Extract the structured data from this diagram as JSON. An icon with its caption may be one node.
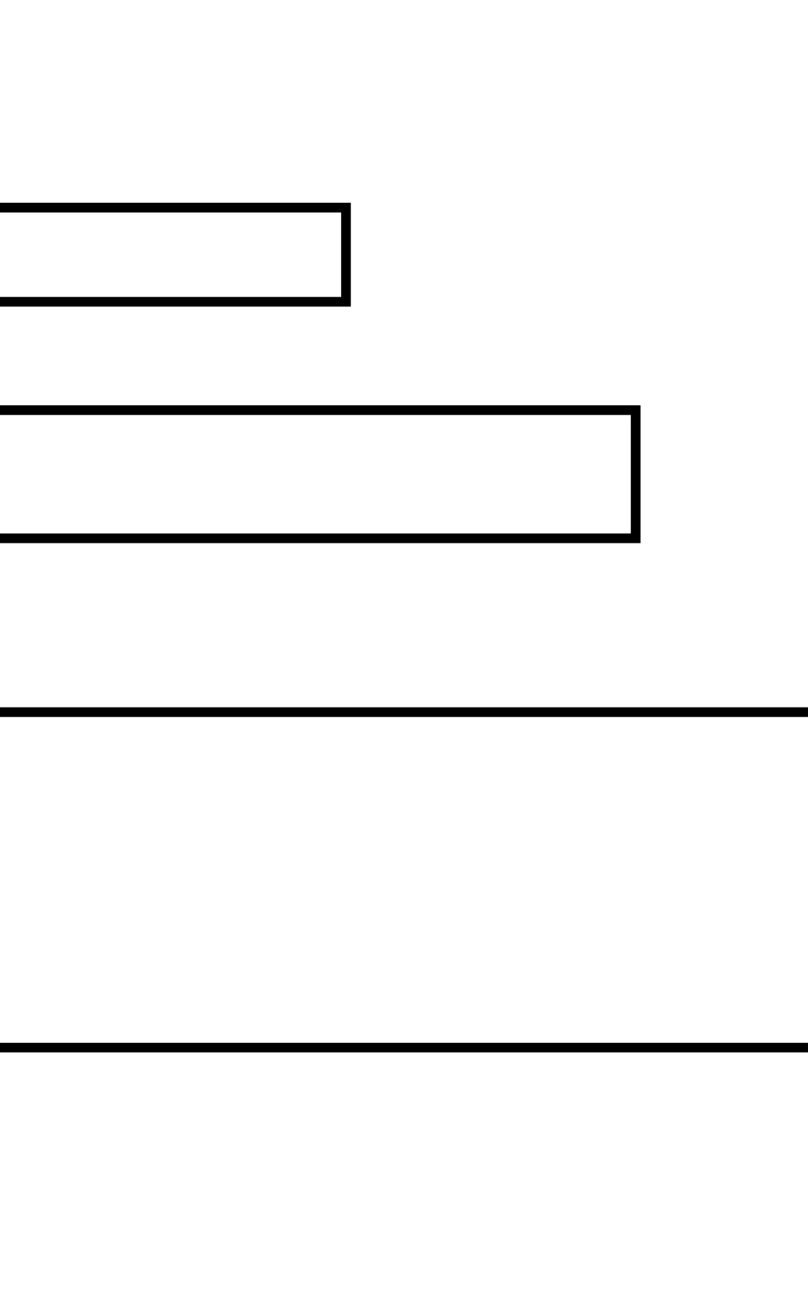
{
  "diagram": {
    "nodes": [
      {
        "text": [],
        "shape": "bar"
      },
      {
        "text": [],
        "shape": "bar"
      },
      {
        "text": [],
        "shape": "band"
      }
    ]
  }
}
